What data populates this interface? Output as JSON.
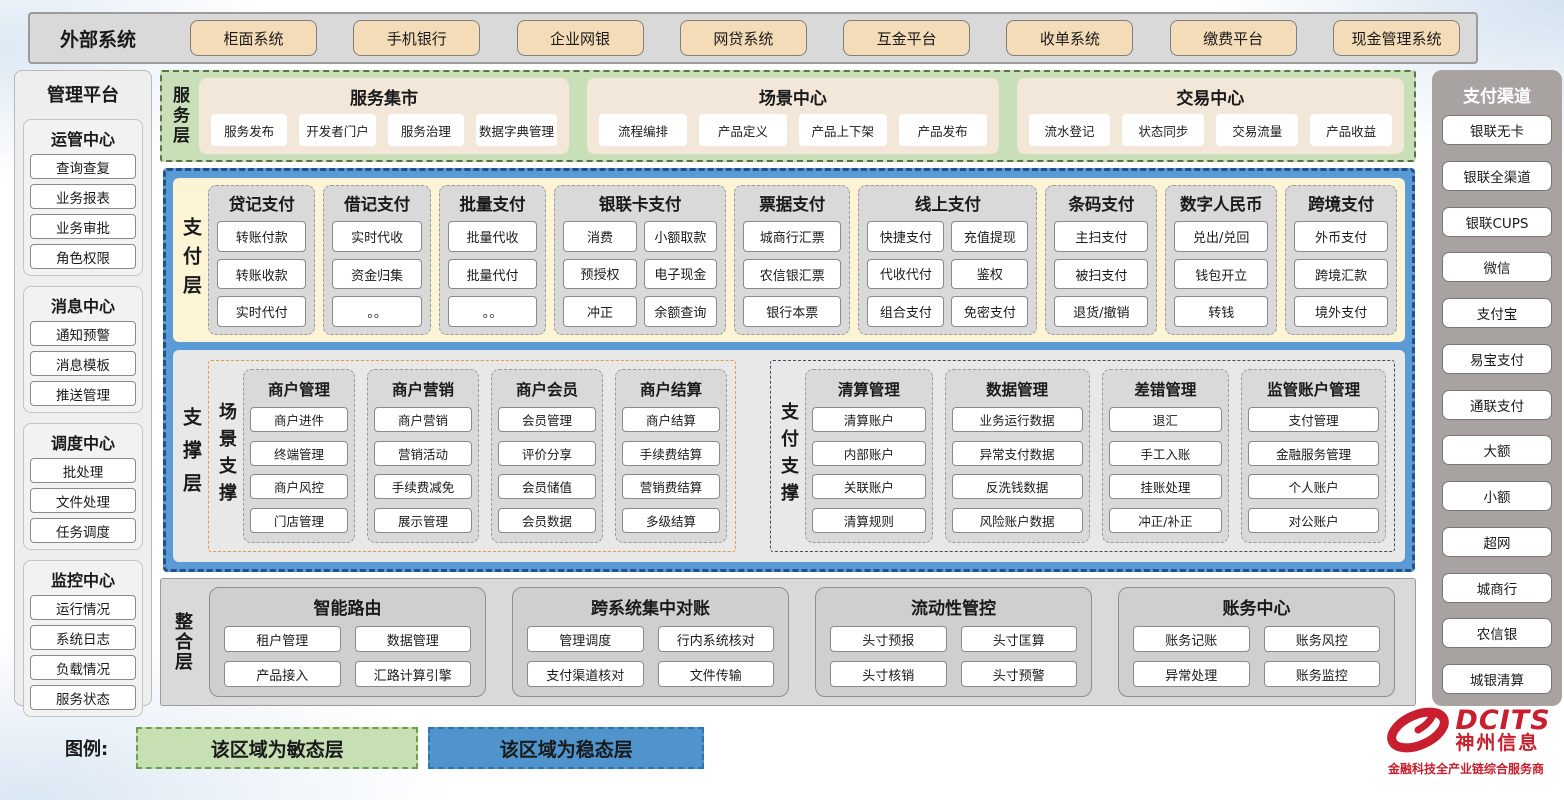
{
  "external_systems": {
    "label": "外部系统",
    "items": [
      "柜面系统",
      "手机银行",
      "企业网银",
      "网贷系统",
      "互金平台",
      "收单系统",
      "缴费平台",
      "现金管理系统"
    ]
  },
  "management_platform": {
    "title": "管理平台",
    "sections": [
      {
        "title": "运管中心",
        "items": [
          "查询查复",
          "业务报表",
          "业务审批",
          "角色权限"
        ]
      },
      {
        "title": "消息中心",
        "items": [
          "通知预警",
          "消息模板",
          "推送管理"
        ]
      },
      {
        "title": "调度中心",
        "items": [
          "批处理",
          "文件处理",
          "任务调度"
        ]
      },
      {
        "title": "监控中心",
        "items": [
          "运行情况",
          "系统日志",
          "负载情况",
          "服务状态"
        ]
      }
    ]
  },
  "service_layer": {
    "label": "服务层",
    "groups": [
      {
        "title": "服务集市",
        "items": [
          "服务发布",
          "开发者门户",
          "服务治理",
          "数据字典管理"
        ]
      },
      {
        "title": "场景中心",
        "items": [
          "流程编排",
          "产品定义",
          "产品上下架",
          "产品发布"
        ]
      },
      {
        "title": "交易中心",
        "items": [
          "流水登记",
          "状态同步",
          "交易流量",
          "产品收益"
        ]
      }
    ]
  },
  "payment_layer": {
    "label": "支付层",
    "groups": [
      {
        "title": "贷记支付",
        "items": [
          "转账付款",
          "转账收款",
          "实时代付"
        ]
      },
      {
        "title": "借记支付",
        "items": [
          "实时代收",
          "资金归集",
          "。。"
        ]
      },
      {
        "title": "批量支付",
        "items": [
          "批量代收",
          "批量代付",
          "。。"
        ]
      },
      {
        "title": "银联卡支付",
        "items": [
          "消费",
          "小额取款",
          "预授权",
          "电子现金",
          "冲正",
          "余额查询"
        ]
      },
      {
        "title": "票据支付",
        "items": [
          "城商行汇票",
          "农信银汇票",
          "银行本票"
        ]
      },
      {
        "title": "线上支付",
        "items": [
          "快捷支付",
          "充值提现",
          "代收代付",
          "鉴权",
          "组合支付",
          "免密支付"
        ]
      },
      {
        "title": "条码支付",
        "items": [
          "主扫支付",
          "被扫支付",
          "退货/撤销"
        ]
      },
      {
        "title": "数字人民币",
        "items": [
          "兑出/兑回",
          "钱包开立",
          "转钱"
        ]
      },
      {
        "title": "跨境支付",
        "items": [
          "外币支付",
          "跨境汇款",
          "境外支付"
        ]
      }
    ]
  },
  "support_layer": {
    "label": "支撑层",
    "scene_support": {
      "label": "场景支撑",
      "groups": [
        {
          "title": "商户管理",
          "items": [
            "商户进件",
            "终端管理",
            "商户风控",
            "门店管理"
          ]
        },
        {
          "title": "商户营销",
          "items": [
            "商户营销",
            "营销活动",
            "手续费减免",
            "展示管理"
          ]
        },
        {
          "title": "商户会员",
          "items": [
            "会员管理",
            "评价分享",
            "会员储值",
            "会员数据"
          ]
        },
        {
          "title": "商户结算",
          "items": [
            "商户结算",
            "手续费结算",
            "营销费结算",
            "多级结算"
          ]
        }
      ]
    },
    "payment_support": {
      "label": "支付支撑",
      "groups": [
        {
          "title": "清算管理",
          "items": [
            "清算账户",
            "内部账户",
            "关联账户",
            "清算规则"
          ]
        },
        {
          "title": "数据管理",
          "items": [
            "业务运行数据",
            "异常支付数据",
            "反洗钱数据",
            "风险账户数据"
          ]
        },
        {
          "title": "差错管理",
          "items": [
            "退汇",
            "手工入账",
            "挂账处理",
            "冲正/补正"
          ]
        },
        {
          "title": "监管账户管理",
          "items": [
            "支付管理",
            "金融服务管理",
            "个人账户",
            "对公账户"
          ]
        }
      ]
    }
  },
  "integration_layer": {
    "label": "整合层",
    "groups": [
      {
        "title": "智能路由",
        "items": [
          "租户管理",
          "数据管理",
          "产品接入",
          "汇路计算引擎"
        ]
      },
      {
        "title": "跨系统集中对账",
        "items": [
          "管理调度",
          "行内系统核对",
          "支付渠道核对",
          "文件传输"
        ]
      },
      {
        "title": "流动性管控",
        "items": [
          "头寸预报",
          "头寸匡算",
          "头寸核销",
          "头寸预警"
        ]
      },
      {
        "title": "账务中心",
        "items": [
          "账务记账",
          "账务风控",
          "异常处理",
          "账务监控"
        ]
      }
    ]
  },
  "payment_channels": {
    "title": "支付渠道",
    "items": [
      "银联无卡",
      "银联全渠道",
      "银联CUPS",
      "微信",
      "支付宝",
      "易宝支付",
      "通联支付",
      "大额",
      "小额",
      "超网",
      "城商行",
      "农信银",
      "城银清算"
    ]
  },
  "legend": {
    "label": "图例:",
    "agile_label": "该区域为敏态层",
    "stable_label": "该区域为稳态层"
  },
  "logo": {
    "brand": "DCITS",
    "company": "神州信息",
    "tagline": "金融科技全产业链综合服务商"
  },
  "colors": {
    "agile_green_bg": "#c9dfb8",
    "stable_blue_bg": "#5b9bd5",
    "cream": "#fdf3d5",
    "tan": "#f5dcb9",
    "legend_green": "#c6e0b4",
    "legend_blue": "#4f94cd",
    "brand_red": "#c81e2e"
  }
}
